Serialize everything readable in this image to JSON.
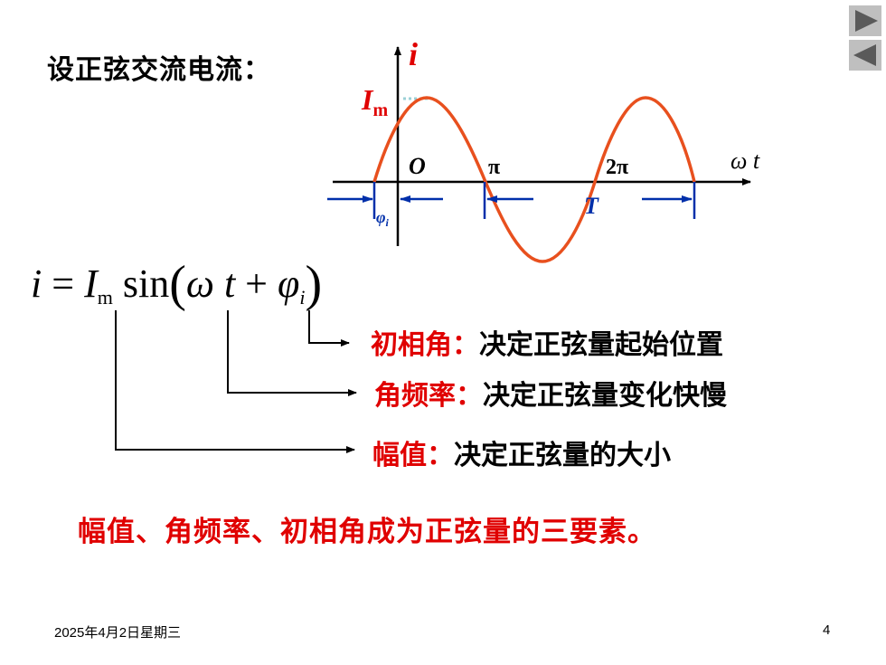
{
  "heading": "设正弦交流电流：",
  "nav": {
    "next_icon": "triangle-right-icon",
    "prev_icon": "triangle-left-icon"
  },
  "graph": {
    "i_label": "i",
    "im_label": "I",
    "im_sub": "m",
    "origin": "O",
    "pi": "π",
    "two_pi": "2π",
    "omega_t": "ω t",
    "phi": "φ",
    "phi_sub": "i",
    "period": "T"
  },
  "formula": {
    "lhs": "i",
    "eq": " = ",
    "amp": "I",
    "amp_sub": "m",
    "fn": " sin",
    "open": "(",
    "omega": "ω",
    "t": " t",
    "plus": " + ",
    "phi": "φ",
    "phi_sub": "i",
    "close": ")"
  },
  "descriptions": [
    {
      "key": "初相角：",
      "value": "决定正弦量起始位置"
    },
    {
      "key": "角频率：",
      "value": "决定正弦量变化快慢"
    },
    {
      "key": "幅值：",
      "value": "决定正弦量的大小"
    }
  ],
  "summary": "幅值、角频率、初相角成为正弦量的三要素。",
  "footer": {
    "date": "2025年4月2日星期三",
    "page": "4"
  },
  "colors": {
    "curve": "#e8501e",
    "red_text": "#e00000",
    "arrow_blue": "#002faa",
    "nav_gray": "#bfbfbf",
    "dotted": "#9bd0d6"
  }
}
